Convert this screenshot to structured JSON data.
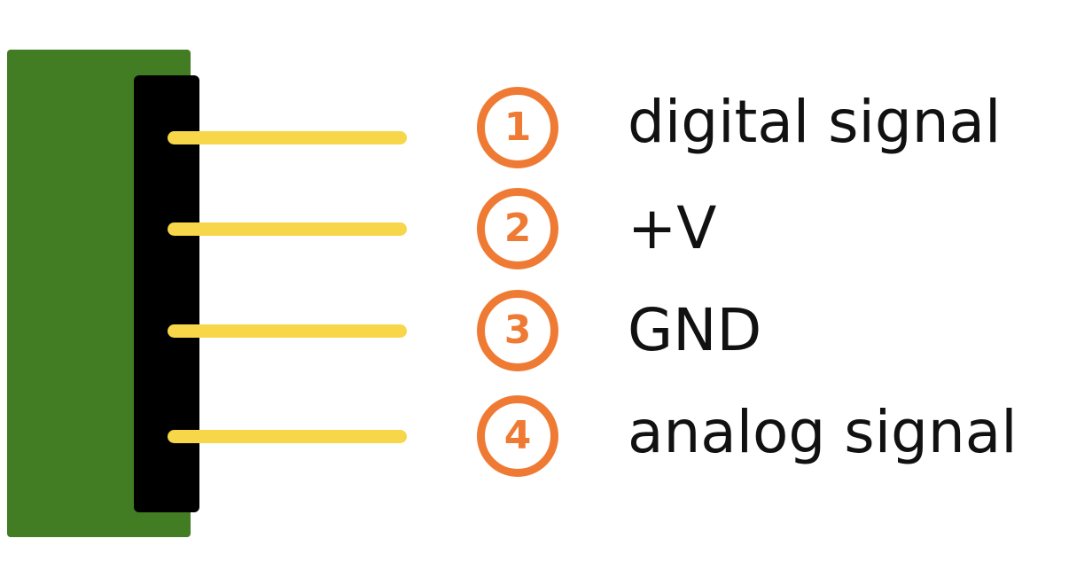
{
  "colors": {
    "pcb": "#427c23",
    "header": "#000000",
    "pin": "#f7d64a",
    "badge": "#ef7a34",
    "text": "#111111"
  },
  "pins": [
    {
      "number": "1",
      "label": "digital signal"
    },
    {
      "number": "2",
      "label": "+V"
    },
    {
      "number": "3",
      "label": "GND"
    },
    {
      "number": "4",
      "label": "analog signal"
    }
  ]
}
